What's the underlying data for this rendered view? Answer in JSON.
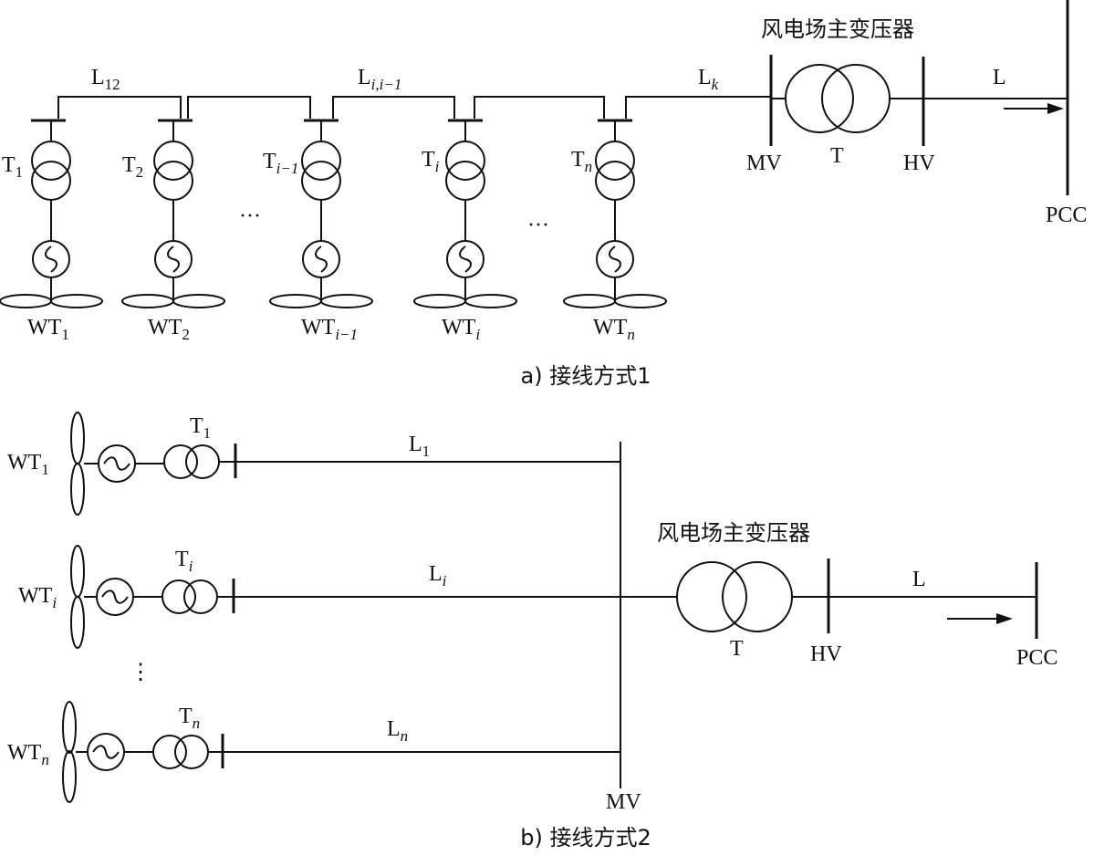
{
  "part_a": {
    "transformer_title": "风电场主变压器",
    "caption": "a) 接线方式1",
    "line_labels": {
      "l12": {
        "base": "L",
        "sub": "12"
      },
      "li": {
        "base": "L",
        "sub": "i,i−1"
      },
      "lk": {
        "base": "L",
        "sub": "k"
      },
      "l": "L"
    },
    "bus_labels": {
      "mv": "MV",
      "t": "T",
      "hv": "HV",
      "pcc": "PCC"
    },
    "ellipsis": "···",
    "units": [
      {
        "t_base": "T",
        "t_sub": "1",
        "wt_base": "WT",
        "wt_sub": "1"
      },
      {
        "t_base": "T",
        "t_sub": "2",
        "wt_base": "WT",
        "wt_sub": "2"
      },
      {
        "t_base": "T",
        "t_sub": "i−1",
        "wt_base": "WT",
        "wt_sub": "i−1"
      },
      {
        "t_base": "T",
        "t_sub": "i",
        "wt_base": "WT",
        "wt_sub": "i"
      },
      {
        "t_base": "T",
        "t_sub": "n",
        "wt_base": "WT",
        "wt_sub": "n"
      }
    ]
  },
  "part_b": {
    "transformer_title": "风电场主变压器",
    "caption": "b) 接线方式2",
    "bus_labels": {
      "mv": "MV",
      "t": "T",
      "hv": "HV",
      "pcc": "PCC",
      "l": "L"
    },
    "ellipsis": "⋮",
    "feeders": [
      {
        "wt_base": "WT",
        "wt_sub": "1",
        "t_base": "T",
        "t_sub": "1",
        "l_base": "L",
        "l_sub": "1"
      },
      {
        "wt_base": "WT",
        "wt_sub": "i",
        "t_base": "T",
        "t_sub": "i",
        "l_base": "L",
        "l_sub": "i"
      },
      {
        "wt_base": "WT",
        "wt_sub": "n",
        "t_base": "T",
        "t_sub": "n",
        "l_base": "L",
        "l_sub": "n"
      }
    ]
  }
}
